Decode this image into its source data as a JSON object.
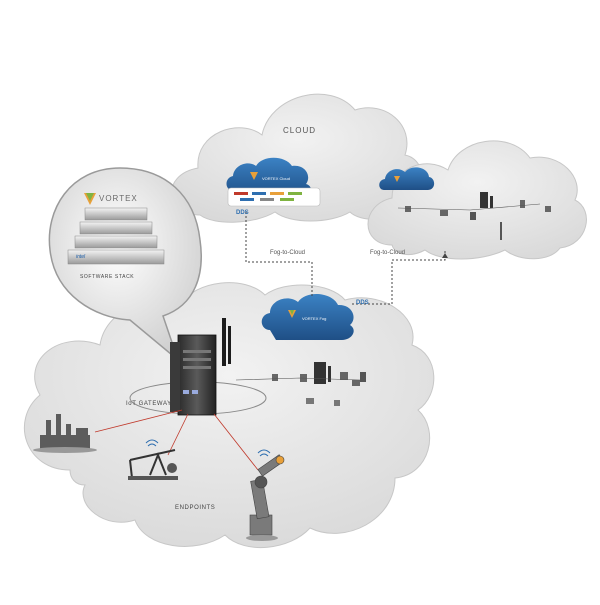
{
  "labels": {
    "cloud": "CLOUD",
    "vortex_cloud": "VORTEX Cloud",
    "vortex_fog": "VORTEX Fog",
    "dds_top": "DDS",
    "dds_right": "DDS",
    "fog_to_cloud_left": "Fog-to-Cloud",
    "fog_to_cloud_right": "Fog-to-Cloud",
    "iot_gateway": "IoT GATEWAY",
    "endpoints": "ENDPOINTS",
    "software_stack": "SOFTWARE STACK",
    "vortex_logo": "VORTEX",
    "stack_layer_1": "",
    "stack_layer_2": "",
    "stack_layer_3": "",
    "stack_layer_4": "intel",
    "gateway_caption": "",
    "link_1": "",
    "link_2": "",
    "link_3": ""
  },
  "colors": {
    "cloud_fill": "#e6e6e6",
    "cloud_stroke": "#c9c9c9",
    "vortex_blue": "#2f6fb0",
    "vortex_orange": "#e8a03a",
    "vortex_green": "#7fb341",
    "link_red": "#c0392b"
  }
}
